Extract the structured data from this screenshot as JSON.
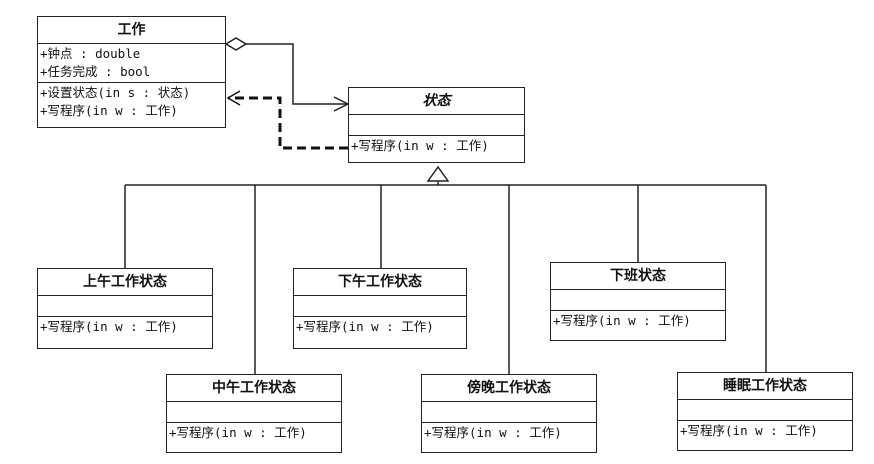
{
  "work": {
    "name": "工作",
    "attributes": [
      "+钟点 : double",
      "+任务完成 : bool"
    ],
    "operations": [
      "+设置状态(in s : 状态)",
      "+写程序(in w : 工作)"
    ]
  },
  "state": {
    "name": "状态",
    "operations": [
      "+写程序(in w : 工作)"
    ]
  },
  "substates": [
    {
      "name": "上午工作状态",
      "operation": "+写程序(in w : 工作)"
    },
    {
      "name": "中午工作状态",
      "operation": "+写程序(in w : 工作)"
    },
    {
      "name": "下午工作状态",
      "operation": "+写程序(in w : 工作)"
    },
    {
      "name": "傍晚工作状态",
      "operation": "+写程序(in w : 工作)"
    },
    {
      "name": "下班状态",
      "operation": "+写程序(in w : 工作)"
    },
    {
      "name": "睡眠工作状态",
      "operation": "+写程序(in w : 工作)"
    }
  ]
}
